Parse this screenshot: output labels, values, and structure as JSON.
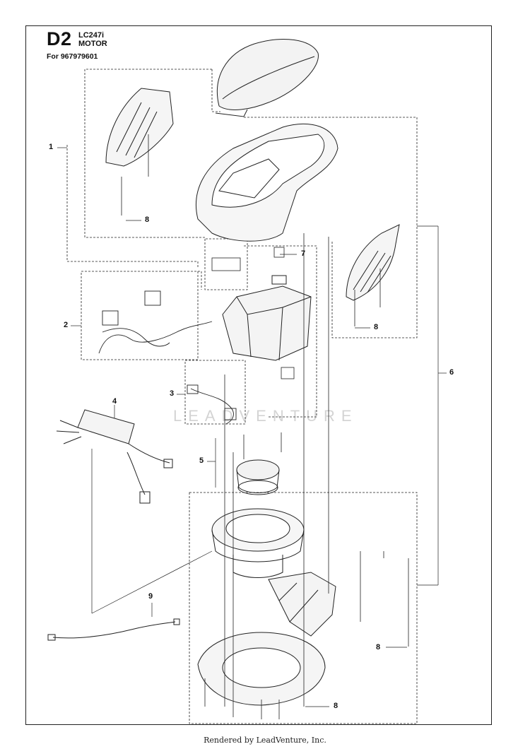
{
  "header": {
    "page_code": "D2",
    "model": "LC247i",
    "section": "MOTOR",
    "for_line": "For 967979601"
  },
  "callouts": [
    {
      "id": "1",
      "text": "1"
    },
    {
      "id": "2",
      "text": "2"
    },
    {
      "id": "3",
      "text": "3"
    },
    {
      "id": "4",
      "text": "4"
    },
    {
      "id": "5",
      "text": "5"
    },
    {
      "id": "6",
      "text": "6"
    },
    {
      "id": "7",
      "text": "7"
    },
    {
      "id": "8a",
      "text": "8"
    },
    {
      "id": "8b",
      "text": "8"
    },
    {
      "id": "8c",
      "text": "8"
    },
    {
      "id": "8d",
      "text": "8"
    },
    {
      "id": "9",
      "text": "9"
    }
  ],
  "watermark": "LEADVENTURE",
  "footer": "Rendered by LeadVenture, Inc."
}
